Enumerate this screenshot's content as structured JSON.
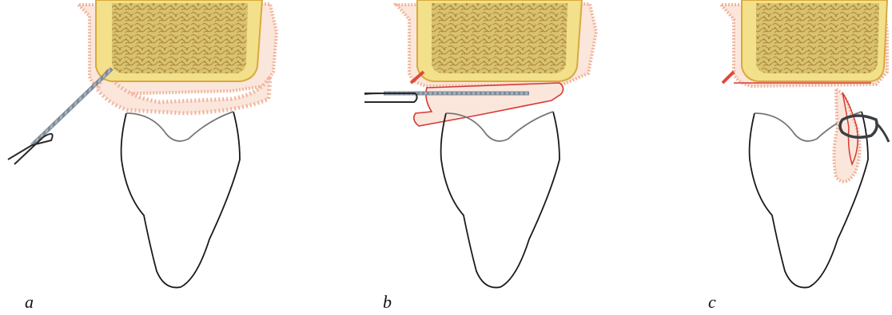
{
  "figure": {
    "panels": [
      {
        "id": "a",
        "label": "a",
        "stage": "probe-insertion"
      },
      {
        "id": "b",
        "label": "b",
        "stage": "flap-reflection"
      },
      {
        "id": "c",
        "label": "c",
        "stage": "suture"
      }
    ]
  },
  "colors": {
    "bone_fill": "#f2e08a",
    "bone_outline": "#d9a93c",
    "trabecular_fill": "#d8c270",
    "trabecular_pattern": "#b08a3e",
    "gingiva_fill": "#fbe6dc",
    "gingiva_edge": "#f0b59d",
    "incision": "#e0473c",
    "flap_outline": "#d63a34",
    "tooth_outline": "#1a1a1a",
    "cej_line": "#777777",
    "probe_shaft": "#9aa6b3",
    "probe_handle": "#2a2a2a",
    "suture": "#3a3f44"
  }
}
